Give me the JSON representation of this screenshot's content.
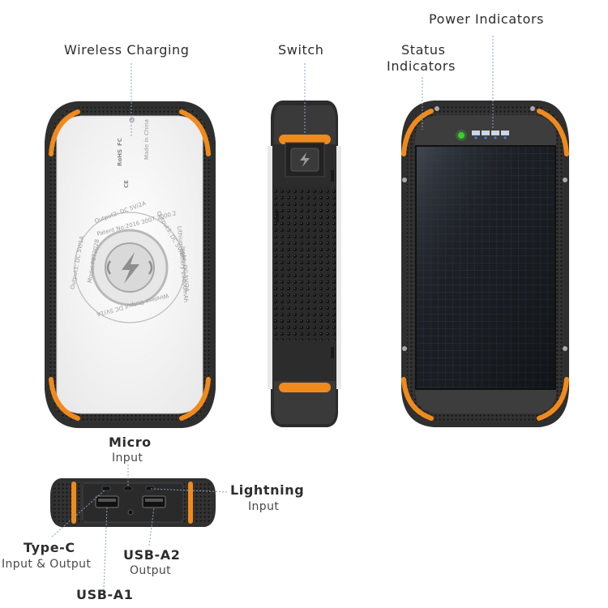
{
  "labels": {
    "wireless_charging": "Wireless Charging",
    "switch": "Switch",
    "status_indicators_line1": "Status",
    "status_indicators_line2": "Indicators",
    "power_indicators": "Power Indicators",
    "micro": "Micro",
    "micro_sub": "Input",
    "lightning": "Lightning",
    "lightning_sub": "Input",
    "type_c": "Type-C",
    "type_c_sub": "Input & Output",
    "usb_a2": "USB-A2",
    "usb_a2_sub": "Output",
    "usb_a1": "USB-A1"
  },
  "device_print": {
    "output2": "Output2: DC 5V/2A",
    "patent": "Patent No:2016 3007 2000.2",
    "output3": "Output3: DC 5V/2A",
    "output1": "Output1: DC 5V/1A",
    "model": "Model:PBT202B",
    "input": "Input: DC 5V/2A",
    "capacity": "Lithium battery 20000mAh",
    "wireless": "Wireless Output DC 5V/1A",
    "made_in": "Made in China"
  },
  "colors": {
    "accent_orange": "#f08a1c",
    "rubber_black": "#2e2e2e",
    "led_green": "#39d12a",
    "led_blue": "#2f7fe0"
  }
}
